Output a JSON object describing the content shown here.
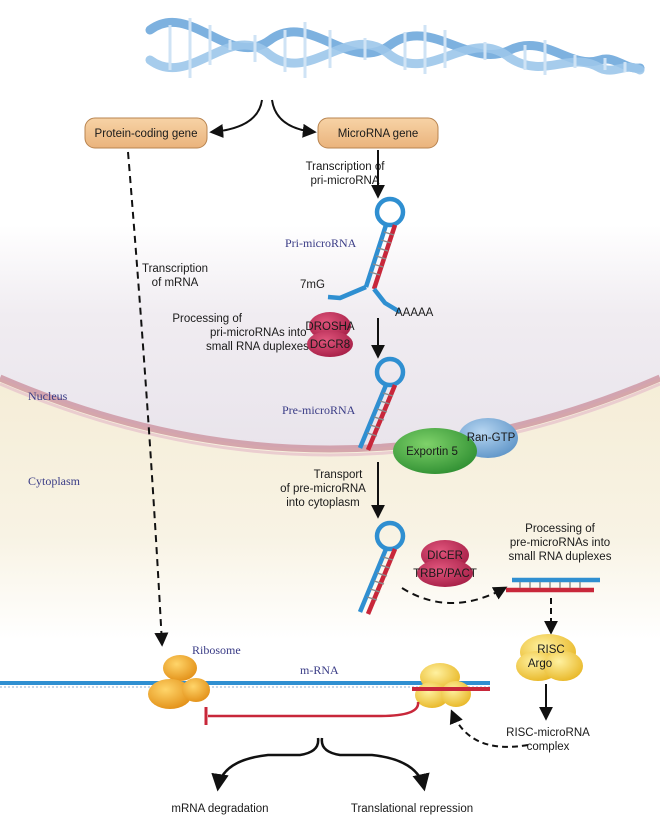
{
  "genes": {
    "protein_coding": "Protein-coding gene",
    "microrna": "MicroRNA gene"
  },
  "steps": {
    "transcription_pri_1": "Transcription of",
    "transcription_pri_2": "pri-microRNA",
    "transcription_mrna_1": "Transcription",
    "transcription_mrna_2": "of mRNA",
    "processing_pri_1": "Processing of",
    "processing_pri_2": "pri-microRNAs into",
    "processing_pri_3": "small RNA duplexes",
    "transport_1": "Transport",
    "transport_2": "of pre-microRNA",
    "transport_3": "into cytoplasm",
    "processing_pre_1": "Processing of",
    "processing_pre_2": "pre-microRNAs into",
    "processing_pre_3": "small RNA duplexes",
    "risc_complex_1": "RISC-microRNA",
    "risc_complex_2": "complex"
  },
  "molecules": {
    "pri_microrna": "Pri-microRNA",
    "pre_microrna": "Pre-microRNA",
    "cap": "7mG",
    "polya": "AAAAA",
    "mrna": "m-RNA",
    "ribosome": "Ribosome"
  },
  "proteins": {
    "drosha": "DROSHA",
    "dgcr8": "DGCR8",
    "exportin": "Exportin 5",
    "ran_gtp": "Ran-GTP",
    "dicer": "DICER",
    "trbp": "TRBP/PACT",
    "risc": "RISC",
    "argo": "Argo"
  },
  "compartments": {
    "nucleus": "Nucleus",
    "cytoplasm": "Cytoplasm"
  },
  "outcomes": {
    "degradation": "mRNA degradation",
    "repression": "Translational repression"
  },
  "colors": {
    "gene_box": "#f2c38f",
    "rna_blue": "#2f8fd1",
    "rna_red": "#c8273a",
    "protein_magenta": "#c0305a",
    "exportin_green": "#4cae4c",
    "ran_blue": "#7fb0dc",
    "ribosome_orange": "#f0a422",
    "nucleus_tint": "#ece7ef",
    "cytoplasm_tint": "#f6f0dc",
    "membrane": "#c98e9b"
  }
}
